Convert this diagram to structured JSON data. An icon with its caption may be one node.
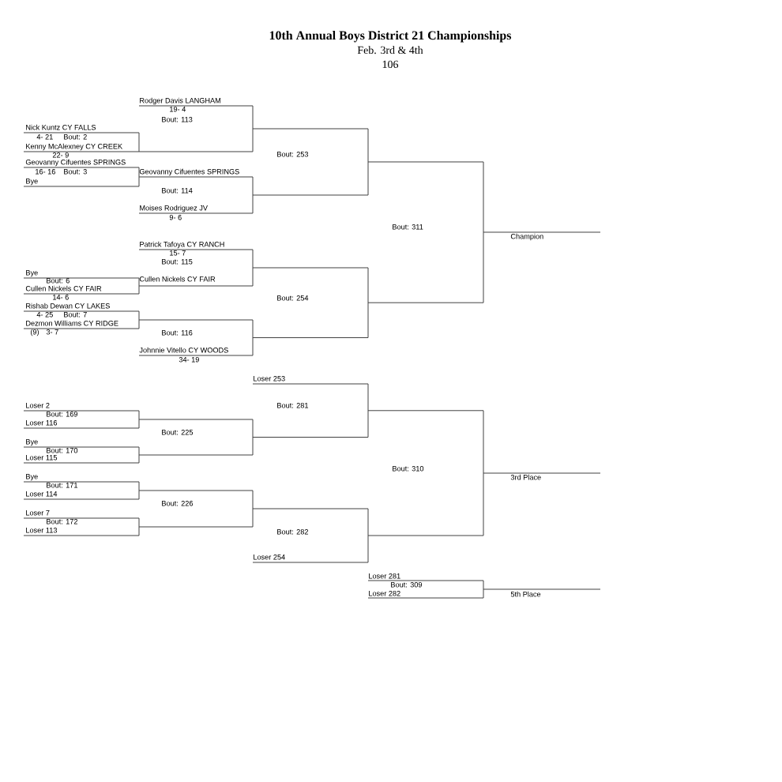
{
  "diagram": {
    "title": "10th Annual Boys District 21 Championships",
    "labels": [
      "Feb. 3rd & 4th",
      "106",
      "Rodger Davis LANGHAM",
      "19- 4",
      "Bout: 113",
      "Nick Kuntz CY FALLS",
      "4- 21",
      "Bout: 2",
      "Kenny McAlexney CY CREEK",
      "22- 9",
      "Bout: 253",
      "Geovanny Cifuentes SPRINGS",
      "16- 16",
      "Bout: 3",
      "Geovanny Cifuentes SPRINGS",
      "Bye",
      "Bout: 114",
      "Moises Rodriguez JV",
      "9- 6",
      "Bout: 311",
      "Champion",
      "Patrick Tafoya CY RANCH",
      "15- 7",
      "Bout: 115",
      "Bye",
      "Bout: 6",
      "Cullen Nickels CY FAIR",
      "Cullen Nickels CY FAIR",
      "14- 6",
      "Bout: 254",
      "Rishab Dewan CY LAKES",
      "4- 25",
      "Bout: 7",
      "Dezmon Williams CY RIDGE",
      "(9)",
      "3- 7",
      "Bout: 116",
      "Johnnie Vitello CY WOODS",
      "34- 19",
      "Loser 253",
      "Loser 2",
      "Bout: 281",
      "Bout: 169",
      "Loser 116",
      "Bout: 225",
      "Bye",
      "Bout: 170",
      "Loser 115",
      "Bout: 310",
      "Bye",
      "3rd Place",
      "Bout: 171",
      "Loser 114",
      "Bout: 226",
      "Loser 7",
      "Bout: 172",
      "Loser 113",
      "Bout: 282",
      "Loser 254",
      "Loser 281",
      "Bout: 309",
      "Loser 282",
      "5th Place"
    ]
  }
}
